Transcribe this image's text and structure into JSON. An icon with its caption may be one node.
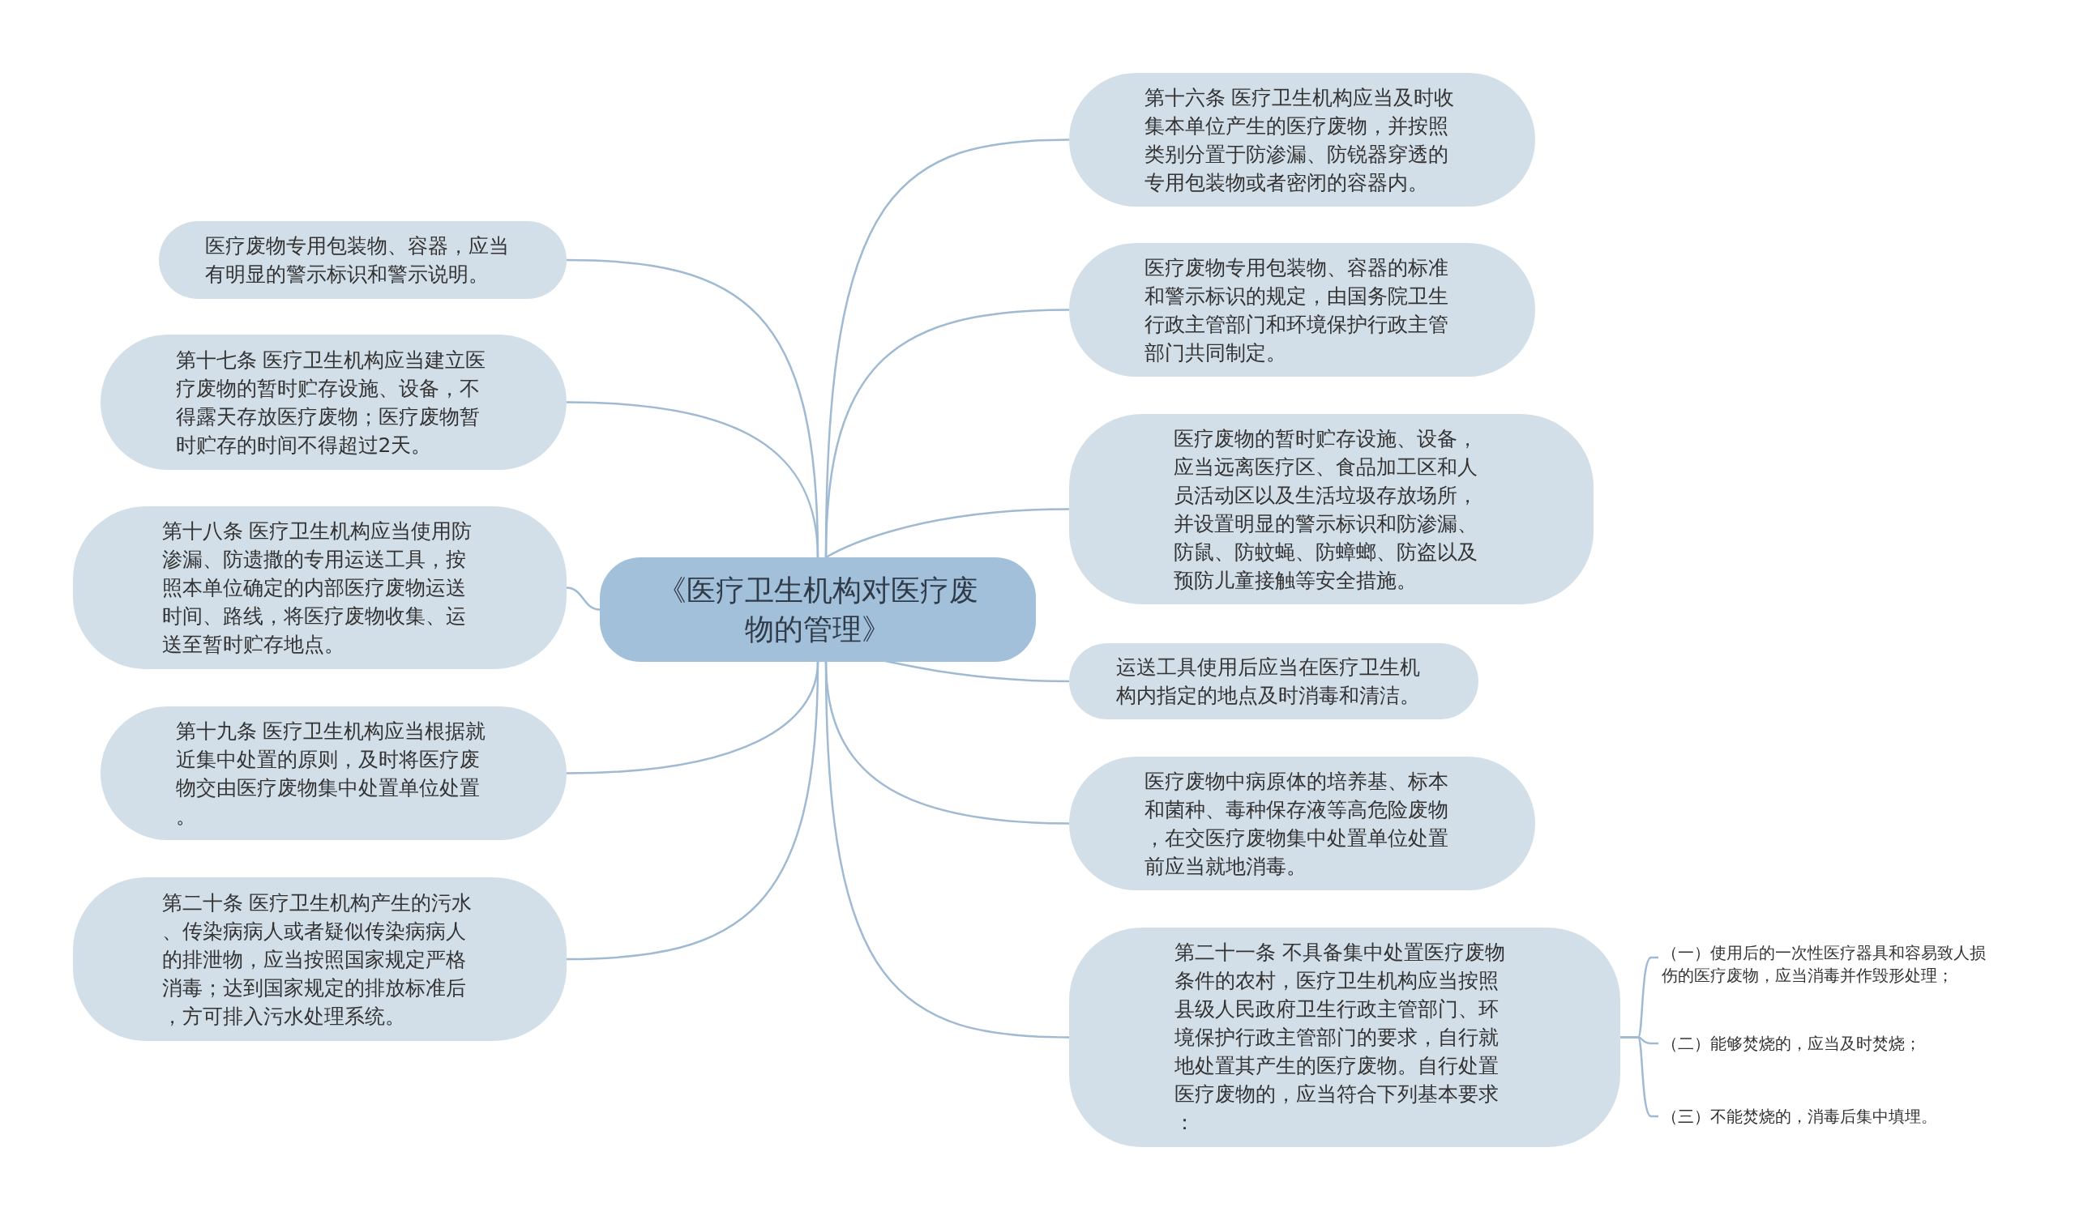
{
  "diagram": {
    "nodes": [
      {
        "text": [
          "《医疗卫生机构对医疗废物的管理》"
        ]
      },
      {
        "text": [
          "医疗废物专用包装物、容器，应当有明显的警示标识和警示说明。"
        ]
      },
      {
        "text": [
          "第十七条 医疗卫生机构应当建立医疗废物的暂时贮存设施、设备，不得露天存放医疗废物；医疗废物暂时贮存的时间不得超过2天。"
        ]
      },
      {
        "text": [
          "第十八条 医疗卫生机构应当使用防渗漏、防遗撒的专用运送工具，按照本单位确定的内部医疗废物运送时间、路线，将医疗废物收集、运送至暂时贮存地点。"
        ]
      },
      {
        "text": [
          "第十九条 医疗卫生机构应当根据就近集中处置的原则，及时将医疗废物交由医疗废物集中处置单位处置。"
        ]
      },
      {
        "text": [
          "第二十条 医疗卫生机构产生的污水、传染病病人或者疑似传染病病人的排泄物，应当按照国家规定严格消毒；达到国家规定的排放标准后，方可排入污水处理系统。"
        ]
      },
      {
        "text": [
          "第十六条 医疗卫生机构应当及时收集本单位产生的医疗废物，并按照类别分置于防渗漏、防锐器穿透的专用包装物或者密闭的容器内。"
        ]
      },
      {
        "text": [
          "医疗废物专用包装物、容器的标准和警示标识的规定，由国务院卫生行政主管部门和环境保护行政主管部门共同制定。"
        ]
      },
      {
        "text": [
          "医疗废物的暂时贮存设施、设备，应当远离医疗区、食品加工区和人员活动区以及生活垃圾存放场所，并设置明显的警示标识和防渗漏、防鼠、防蚊蝇、防蟑螂、防盗以及预防儿童接触等安全措施。"
        ]
      },
      {
        "text": [
          "运送工具使用后应当在医疗卫生机构内指定的地点及时消毒和清洁。"
        ]
      },
      {
        "text": [
          "医疗废物中病原体的培养基、标本和菌种、毒种保存液等高危险废物，在交医疗废物集中处置单位处置前应当就地消毒。"
        ]
      },
      {
        "text": [
          "第二十一条 不具备集中处置医疗废物条件的农村，医疗卫生机构应当按照县级人民政府卫生行政主管部门、环境保护行政主管部门的要求，自行就地处置其产生的医疗废物。自行处置医疗废物的，应当符合下列基本要求："
        ]
      },
      {
        "text": [
          "（一）使用后的一次性医疗器具和容易致人损伤的医疗废物，应当消毒并作毁形处理；"
        ]
      },
      {
        "text": [
          "（二）能够焚烧的，应当及时焚烧；"
        ]
      },
      {
        "text": [
          "（三）不能焚烧的，消毒后集中填埋。"
        ]
      }
    ],
    "edges": [
      {
        "from": 0,
        "to": 1,
        "arrow": "none"
      },
      {
        "from": 0,
        "to": 2,
        "arrow": "none"
      },
      {
        "from": 0,
        "to": 3,
        "arrow": "none"
      },
      {
        "from": 0,
        "to": 4,
        "arrow": "none"
      },
      {
        "from": 0,
        "to": 5,
        "arrow": "none"
      },
      {
        "from": 0,
        "to": 6,
        "arrow": "none"
      },
      {
        "from": 0,
        "to": 7,
        "arrow": "none"
      },
      {
        "from": 0,
        "to": 8,
        "arrow": "none"
      },
      {
        "from": 0,
        "to": 9,
        "arrow": "none"
      },
      {
        "from": 0,
        "to": 10,
        "arrow": "none"
      },
      {
        "from": 0,
        "to": 11,
        "arrow": "none"
      },
      {
        "from": 11,
        "to": 12,
        "arrow": "none"
      },
      {
        "from": 11,
        "to": 13,
        "arrow": "none"
      },
      {
        "from": 11,
        "to": 14,
        "arrow": "none"
      }
    ]
  }
}
